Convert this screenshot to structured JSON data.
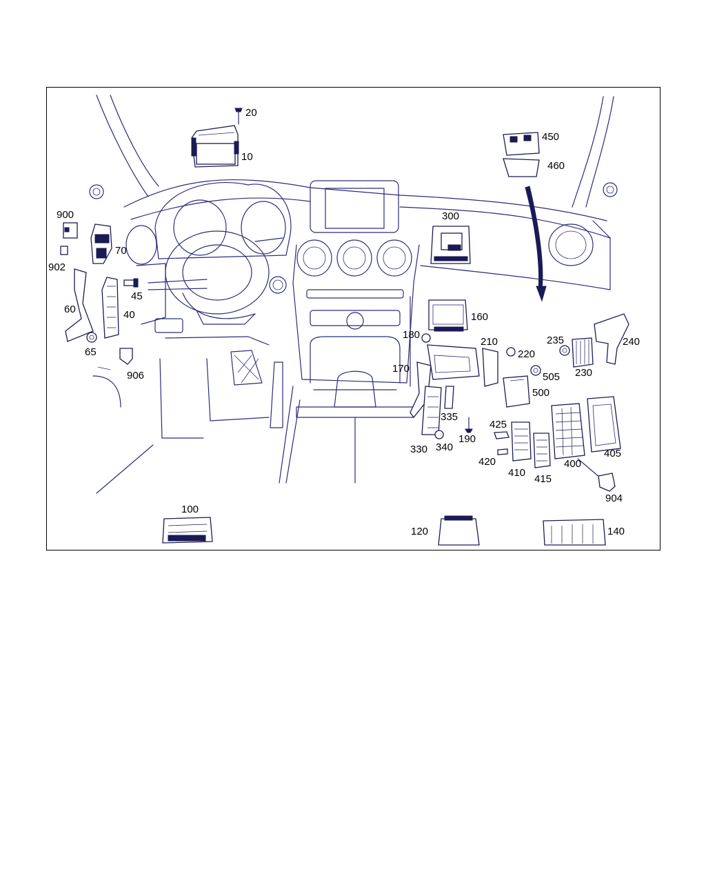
{
  "labels": {
    "p10": "10",
    "p20": "20",
    "p40": "40",
    "p45": "45",
    "p60": "60",
    "p65": "65",
    "p70": "70",
    "p100": "100",
    "p120": "120",
    "p140": "140",
    "p160": "160",
    "p170": "170",
    "p180": "180",
    "p190": "190",
    "p210": "210",
    "p220": "220",
    "p230": "230",
    "p235": "235",
    "p240": "240",
    "p300": "300",
    "p330": "330",
    "p335": "335",
    "p340": "340",
    "p400": "400",
    "p405": "405",
    "p410": "410",
    "p415": "415",
    "p420": "420",
    "p425": "425",
    "p450": "450",
    "p460": "460",
    "p500": "500",
    "p505": "505",
    "p900": "900",
    "p902": "902",
    "p904": "904",
    "p906": "906"
  },
  "colors": {
    "line": "#2a2a7a",
    "part": "#1a1a55",
    "frame": "#000000",
    "text": "#000000"
  }
}
